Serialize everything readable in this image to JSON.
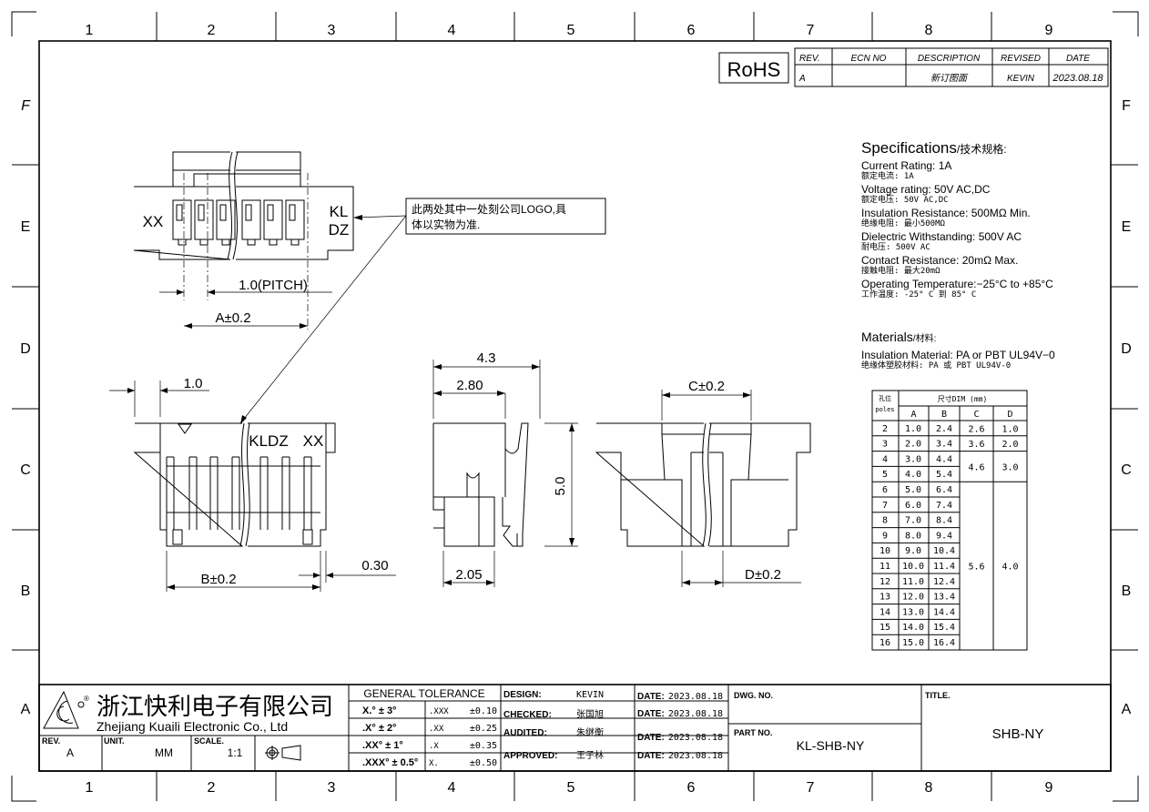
{
  "zones": {
    "columns": [
      "1",
      "2",
      "3",
      "4",
      "5",
      "6",
      "7",
      "8",
      "9"
    ],
    "rows": [
      "F",
      "E",
      "D",
      "C",
      "B",
      "A"
    ]
  },
  "rohs": "RoHS",
  "revision": {
    "headers": [
      "REV.",
      "ECN NO",
      "DESCRIPTION",
      "REVISED",
      "DATE"
    ],
    "row": [
      "A",
      "",
      "新订图面",
      "KEVIN",
      "2023.08.18"
    ]
  },
  "specs": {
    "title": "Specifications",
    "title_cn": "/技术规格:",
    "items": [
      {
        "en": "Current  Rating:  1A",
        "cn": "额定电流: 1A"
      },
      {
        "en": "Voltage  rating:  50V  AC,DC",
        "cn": "额定电压: 50V AC,DC"
      },
      {
        "en": "Insulation  Resistance:   500MΩ   Min.",
        "cn": "绝缘电阻: 最小500MΩ"
      },
      {
        "en": "Dielectric  Withstanding:   500V  AC",
        "cn": "耐电压: 500V AC"
      },
      {
        "en": "Contact  Resistance:   20mΩ    Max.",
        "cn": "接触电阻: 最大20mΩ"
      },
      {
        "en": "Operating  Temperature:−25°C  to  +85°C",
        "cn": "工作温度: -25° C 到 85° C"
      }
    ],
    "materials_title": "Materials",
    "materials_title_cn": "/材料:",
    "materials": [
      {
        "en": "Insulation  Material: PA  or  PBT   UL94V−0",
        "cn": "绝缘体塑胶材料: PA 或 PBT  UL94V-0"
      }
    ]
  },
  "dim_table": {
    "poles_label_cn": "孔位",
    "poles_label": "poles",
    "dim_label": "尺寸DIM (mm)",
    "columns": [
      "A",
      "B",
      "C",
      "D"
    ],
    "rows": [
      {
        "poles": "2",
        "A": "1.0",
        "B": "2.4"
      },
      {
        "poles": "3",
        "A": "2.0",
        "B": "3.4"
      },
      {
        "poles": "4",
        "A": "3.0",
        "B": "4.4"
      },
      {
        "poles": "5",
        "A": "4.0",
        "B": "5.4"
      },
      {
        "poles": "6",
        "A": "5.0",
        "B": "6.4"
      },
      {
        "poles": "7",
        "A": "6.0",
        "B": "7.4"
      },
      {
        "poles": "8",
        "A": "7.0",
        "B": "8.4"
      },
      {
        "poles": "9",
        "A": "8.0",
        "B": "9.4"
      },
      {
        "poles": "10",
        "A": "9.0",
        "B": "10.4"
      },
      {
        "poles": "11",
        "A": "10.0",
        "B": "11.4"
      },
      {
        "poles": "12",
        "A": "11.0",
        "B": "12.4"
      },
      {
        "poles": "13",
        "A": "12.0",
        "B": "13.4"
      },
      {
        "poles": "14",
        "A": "13.0",
        "B": "14.4"
      },
      {
        "poles": "15",
        "A": "14.0",
        "B": "15.4"
      },
      {
        "poles": "16",
        "A": "15.0",
        "B": "16.4"
      }
    ],
    "merged": [
      {
        "col": "C",
        "from_row": 0,
        "to_row": 0,
        "value": "2.6"
      },
      {
        "col": "D",
        "from_row": 0,
        "to_row": 0,
        "value": "1.0"
      },
      {
        "col": "C",
        "from_row": 1,
        "to_row": 1,
        "value": "3.6"
      },
      {
        "col": "D",
        "from_row": 1,
        "to_row": 1,
        "value": "2.0"
      },
      {
        "col": "C",
        "from_row": 2,
        "to_row": 3,
        "value": "4.6"
      },
      {
        "col": "D",
        "from_row": 2,
        "to_row": 3,
        "value": "3.0"
      },
      {
        "col": "C",
        "from_row": 4,
        "to_row": 14,
        "value": "5.6"
      },
      {
        "col": "D",
        "from_row": 4,
        "to_row": 14,
        "value": "4.0"
      }
    ]
  },
  "callout": {
    "line1": "此两处其中一处刻公司LOGO,具",
    "line2": "体以实物为准."
  },
  "top_view": {
    "left_mark": "XX",
    "right_mark_1": "KL",
    "right_mark_2": "DZ",
    "pitch": "1.0(PITCH)",
    "dim_a": "A±0.2"
  },
  "front_view": {
    "dim_1": "1.0",
    "mark_logo": "KLDZ",
    "mark_xx": "XX",
    "dim_b": "B±0.2",
    "dim_030": "0.30"
  },
  "side_view": {
    "dim_43": "4.3",
    "dim_280": "2.80",
    "dim_50": "5.0",
    "dim_205": "2.05"
  },
  "rear_view": {
    "dim_c": "C±0.2",
    "dim_d": "D±0.2"
  },
  "title_block": {
    "company_cn": "浙江快利电子有限公司",
    "company_en": "Zhejiang  Kuaili  Electronic  Co.,  Ltd",
    "rev_label": "REV.",
    "rev": "A",
    "unit_label": "UNIT.",
    "unit": "MM",
    "scale_label": "SCALE.",
    "scale": "1:1",
    "tolerance_title": "GENERAL  TOLERANCE",
    "tolerance": [
      {
        "angle": "X.° ± 3°",
        "dec": ".XXX",
        "val": "±0.10"
      },
      {
        "angle": ".X° ± 2°",
        "dec": ".XX",
        "val": "±0.25"
      },
      {
        "angle": ".XX° ± 1°",
        "dec": ".X",
        "val": "±0.35"
      },
      {
        "angle": ".XXX° ± 0.5°",
        "dec": "X.",
        "val": "±0.50"
      }
    ],
    "signoffs": [
      {
        "label": "DESIGN:",
        "name": "KEVIN",
        "date_label": "DATE:",
        "date": "2023.08.18"
      },
      {
        "label": "CHECKED:",
        "name": "张国旭",
        "date_label": "DATE:",
        "date": "2023.08.18"
      },
      {
        "label": "AUDITED:",
        "name": "朱继衡",
        "date_label": "DATE:",
        "date": "2023.08.18"
      },
      {
        "label": "APPROVED:",
        "name": "王子林",
        "date_label": "DATE:",
        "date": "2023.08.18"
      }
    ],
    "dwg_no_label": "DWG. NO.",
    "dwg_no": "",
    "part_no_label": "PART NO.",
    "part_no": "KL-SHB-NY",
    "title_label": "TITLE.",
    "title": "SHB-NY"
  }
}
